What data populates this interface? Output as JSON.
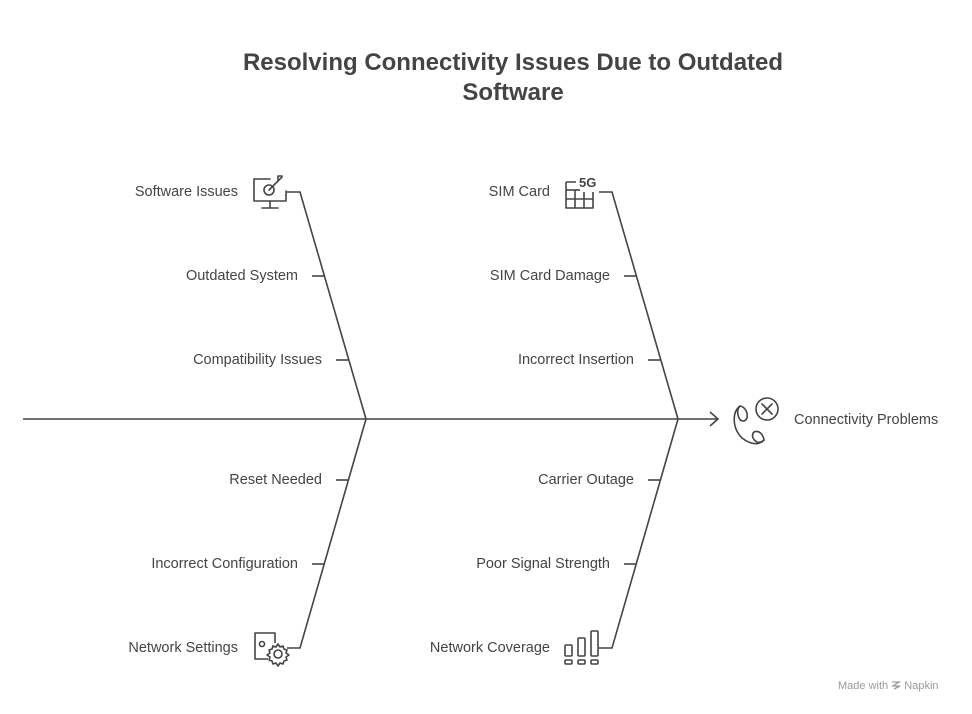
{
  "title": "Resolving Connectivity Issues Due to Outdated Software",
  "head": {
    "label": "Connectivity Problems",
    "icon": "phone-error-icon"
  },
  "categories": {
    "software": {
      "label": "Software Issues",
      "icon": "monitor-target-icon",
      "causes": [
        "Outdated System",
        "Compatibility Issues"
      ]
    },
    "sim": {
      "label": "SIM Card",
      "icon": "sim-5g-icon",
      "causes": [
        "SIM Card Damage",
        "Incorrect Insertion"
      ]
    },
    "network_settings": {
      "label": "Network Settings",
      "icon": "settings-gear-icon",
      "causes": [
        "Reset Needed",
        "Incorrect Configuration"
      ]
    },
    "network_coverage": {
      "label": "Network Coverage",
      "icon": "signal-bars-icon",
      "causes": [
        "Carrier Outage",
        "Poor Signal Strength"
      ]
    }
  },
  "credit": {
    "prefix": "Made with",
    "brand": "Napkin"
  },
  "colors": {
    "line": "#444444",
    "text": "#444444"
  }
}
